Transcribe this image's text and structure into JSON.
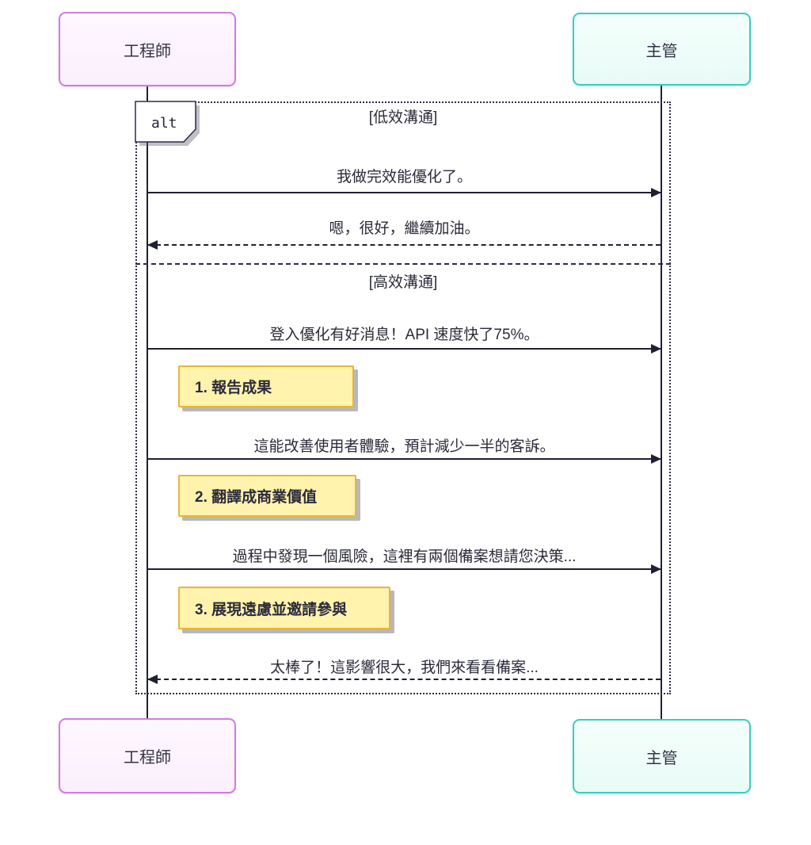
{
  "diagram": {
    "type": "sequence-diagram",
    "actors": {
      "engineer": {
        "label": "工程師"
      },
      "manager": {
        "label": "主管"
      }
    },
    "alt_frame": {
      "label": "alt",
      "sections": [
        {
          "condition": "[低效溝通]"
        },
        {
          "condition": "[高效溝通]"
        }
      ]
    },
    "messages": [
      {
        "from": "engineer",
        "to": "manager",
        "style": "solid",
        "text": "我做完效能優化了。"
      },
      {
        "from": "manager",
        "to": "engineer",
        "style": "dashed",
        "text": "嗯，很好，繼續加油。"
      },
      {
        "from": "engineer",
        "to": "manager",
        "style": "solid",
        "text": "登入優化有好消息！API 速度快了75%。"
      },
      {
        "from": "engineer",
        "to": "manager",
        "style": "solid",
        "text": "這能改善使用者體驗，預計減少一半的客訴。"
      },
      {
        "from": "engineer",
        "to": "manager",
        "style": "solid",
        "text": "過程中發現一個風險，這裡有兩個備案想請您決策..."
      },
      {
        "from": "manager",
        "to": "engineer",
        "style": "dashed",
        "text": "太棒了！這影響很大，我們來看看備案..."
      }
    ],
    "notes": [
      {
        "text": "1. 報告成果"
      },
      {
        "text": "2. 翻譯成商業價值"
      },
      {
        "text": "3. 展現遠慮並邀請參與"
      }
    ],
    "colors": {
      "engineer_border": "#d17be0",
      "engineer_fill": "#fbeffd",
      "manager_border": "#35cfc0",
      "manager_fill": "#e9fbf6",
      "note_fill": "#fff3ad",
      "note_border": "#e8b62e",
      "line": "#1f2033",
      "text": "#2b2b3b"
    }
  }
}
